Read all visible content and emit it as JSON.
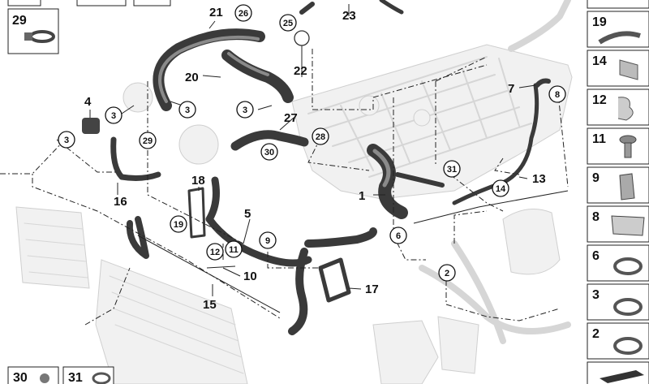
{
  "callouts": {
    "c1": "1",
    "c2": "2",
    "c3a": "3",
    "c3b": "3",
    "c3c": "3",
    "c3d": "3",
    "c4": "4",
    "c5": "5",
    "c6": "6",
    "c7": "7",
    "c8": "8",
    "c9": "9",
    "c10": "10",
    "c11": "11",
    "c12": "12",
    "c13": "13",
    "c14": "14",
    "c15": "15",
    "c16": "16",
    "c17": "17",
    "c18": "18",
    "c19": "19",
    "c20": "20",
    "c21": "21",
    "c22": "22",
    "c23": "23",
    "c25": "25",
    "c26": "26",
    "c27": "27",
    "c28": "28",
    "c29": "29",
    "c30": "30",
    "c31": "31"
  },
  "sidebar": {
    "items": [
      {
        "label": "19",
        "icon": "hose-clip-icon"
      },
      {
        "label": "14",
        "icon": "clip-icon"
      },
      {
        "label": "12",
        "icon": "spring-clip-icon"
      },
      {
        "label": "11",
        "icon": "expanding-rivet-icon"
      },
      {
        "label": "9",
        "icon": "bracket-icon"
      },
      {
        "label": "8",
        "icon": "double-clip-icon"
      },
      {
        "label": "6",
        "icon": "hose-clamp-icon"
      },
      {
        "label": "3",
        "icon": "hose-clamp-icon"
      },
      {
        "label": "2",
        "icon": "hose-clamp-icon"
      },
      {
        "label": "",
        "icon": "sealing-strip-icon"
      }
    ]
  },
  "topleft": {
    "label": "29"
  },
  "bottomleft": {
    "a": "30",
    "b": "31"
  }
}
